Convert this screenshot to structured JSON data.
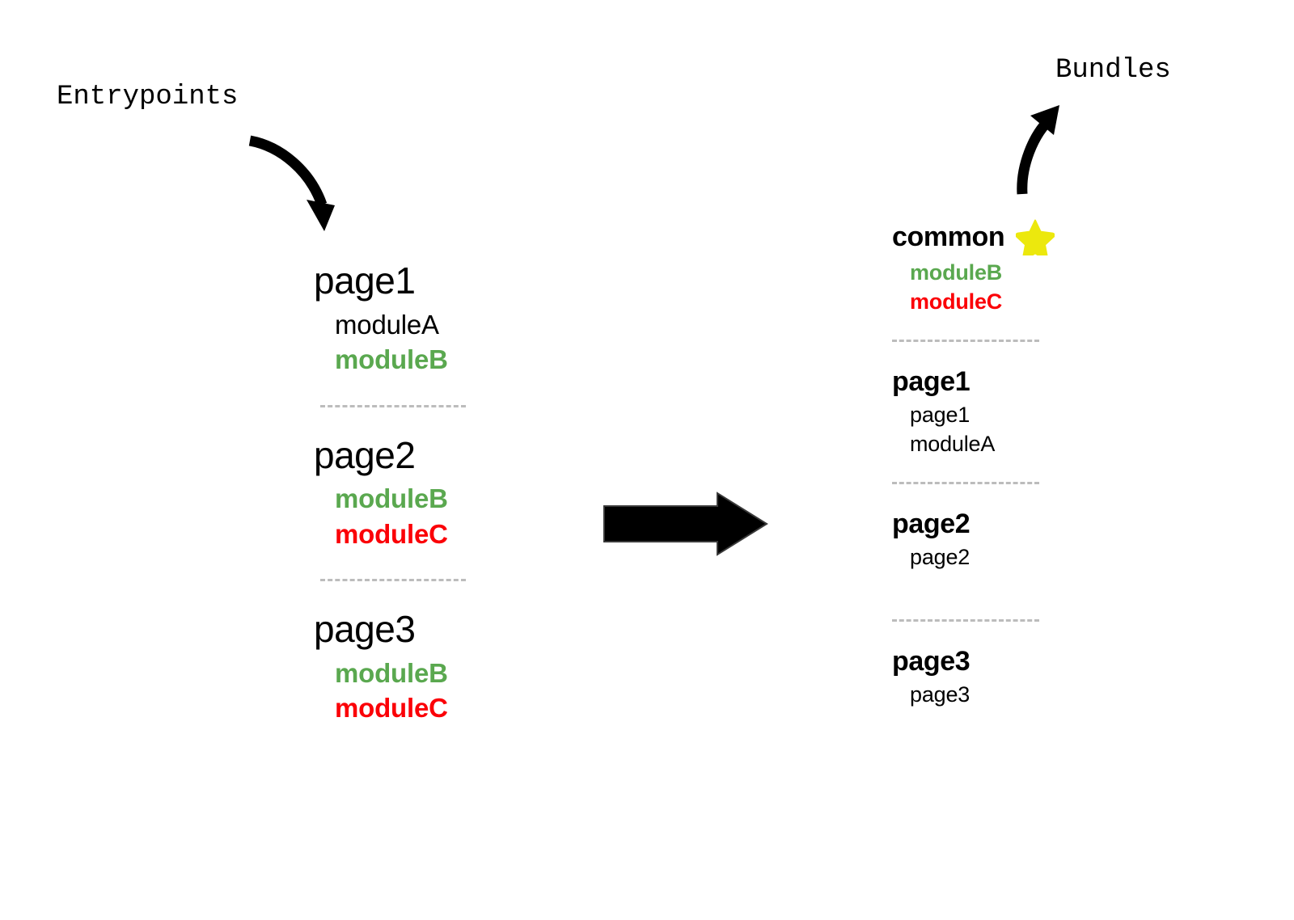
{
  "diagram": {
    "title_left": "Entrypoints",
    "title_right": "Bundles",
    "colors": {
      "green": "#5aa84f",
      "red": "#fb0007",
      "star_yellow": "#ece80d",
      "dashed_gray": "#bcbcbc",
      "arrow_black": "#000000"
    },
    "icons": {
      "star": "star-icon",
      "entry_arrow": "curved-arrow-down-right-icon",
      "transform_arrow": "arrow-right-icon",
      "bundle_arrow": "curved-arrow-up-right-icon"
    }
  },
  "entrypoints": {
    "label": "Entrypoints",
    "groups": [
      {
        "name": "page1",
        "modules": [
          {
            "text": "moduleA",
            "style": "plain"
          },
          {
            "text": "moduleB",
            "style": "green"
          }
        ]
      },
      {
        "name": "page2",
        "modules": [
          {
            "text": "moduleB",
            "style": "green"
          },
          {
            "text": "moduleC",
            "style": "red"
          }
        ]
      },
      {
        "name": "page3",
        "modules": [
          {
            "text": "moduleB",
            "style": "green"
          },
          {
            "text": "moduleC",
            "style": "red"
          }
        ]
      }
    ]
  },
  "bundles": {
    "label": "Bundles",
    "groups": [
      {
        "name": "common",
        "starred": true,
        "items": [
          {
            "text": "moduleB",
            "style": "green"
          },
          {
            "text": "moduleC",
            "style": "red"
          }
        ]
      },
      {
        "name": "page1",
        "starred": false,
        "items": [
          {
            "text": "page1",
            "style": "plain"
          },
          {
            "text": "moduleA",
            "style": "plain"
          }
        ]
      },
      {
        "name": "page2",
        "starred": false,
        "items": [
          {
            "text": "page2",
            "style": "plain"
          }
        ]
      },
      {
        "name": "page3",
        "starred": false,
        "items": [
          {
            "text": "page3",
            "style": "plain"
          }
        ]
      }
    ]
  }
}
